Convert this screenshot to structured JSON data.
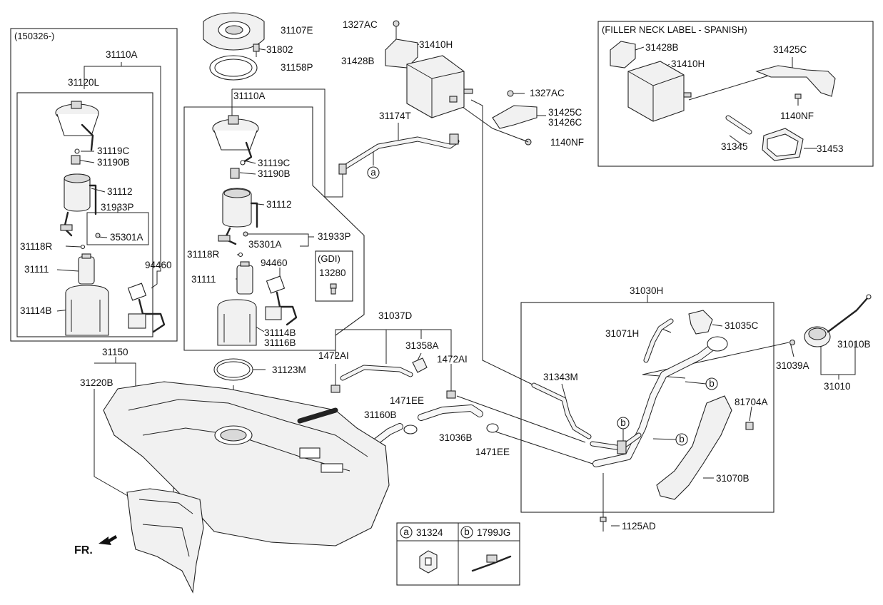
{
  "labels": {
    "l31107E": "31107E",
    "l31802": "31802",
    "l31158P": "31158P",
    "l1327AC_a": "1327AC",
    "l31410H": "31410H",
    "l31428B": "31428B",
    "l1327AC_b": "1327AC",
    "l31425C": "31425C",
    "l31426C": "31426C",
    "l1140NF": "1140NF",
    "l31174T": "31174T",
    "l31110A_c": "31110A",
    "l31119C_c": "31119C",
    "l31190B_c": "31190B",
    "l31112_c": "31112",
    "l35301A_c": "35301A",
    "l31933P_c": "31933P",
    "l31118R_c": "31118R",
    "l94460_c": "94460",
    "l31111_c": "31111",
    "l31114B_c": "31114B",
    "l31116B_c": "31116B",
    "l13280": "13280",
    "l31037D": "31037D",
    "l31358A": "31358A",
    "l1472AI_a": "1472AI",
    "l1472AI_b": "1472AI",
    "l31150": "31150",
    "l31220B": "31220B",
    "l31123M": "31123M",
    "l1471EE_a": "1471EE",
    "l31160B": "31160B",
    "l31036B": "31036B",
    "l1471EE_b": "1471EE",
    "l31343M": "31343M",
    "l31030H": "31030H",
    "l31071H": "31071H",
    "l31035C": "31035C",
    "l31039A": "31039A",
    "l31010B": "31010B",
    "l31010": "31010",
    "l81704A": "81704A",
    "l31070B": "31070B",
    "l1125AD": "1125AD",
    "fs_31410H": "31410H",
    "fs_31428B": "31428B",
    "fs_31425C": "31425C",
    "fs_1140NF": "1140NF",
    "fs_31345": "31345",
    "fs_31453": "31453",
    "lb_31110A": "31110A",
    "lb_31120L": "31120L",
    "lb_31119C": "31119C",
    "lb_31190B": "31190B",
    "lb_31112": "31112",
    "lb_31933P": "31933P",
    "lb_35301A": "35301A",
    "lb_31118R": "31118R",
    "lb_31111": "31111",
    "lb_94460": "94460",
    "lb_31114B": "31114B"
  },
  "boxes": {
    "left_title": "(150326-)",
    "filler_title": "(FILLER NECK LABEL - SPANISH)",
    "gdi_title": "(GDI)"
  },
  "legend": {
    "a_key": "a",
    "a_part": "31324",
    "b_key": "b",
    "b_part": "1799JG"
  },
  "callouts": {
    "a": "a",
    "b1": "b",
    "b2": "b",
    "b3": "b"
  },
  "direction": "FR."
}
